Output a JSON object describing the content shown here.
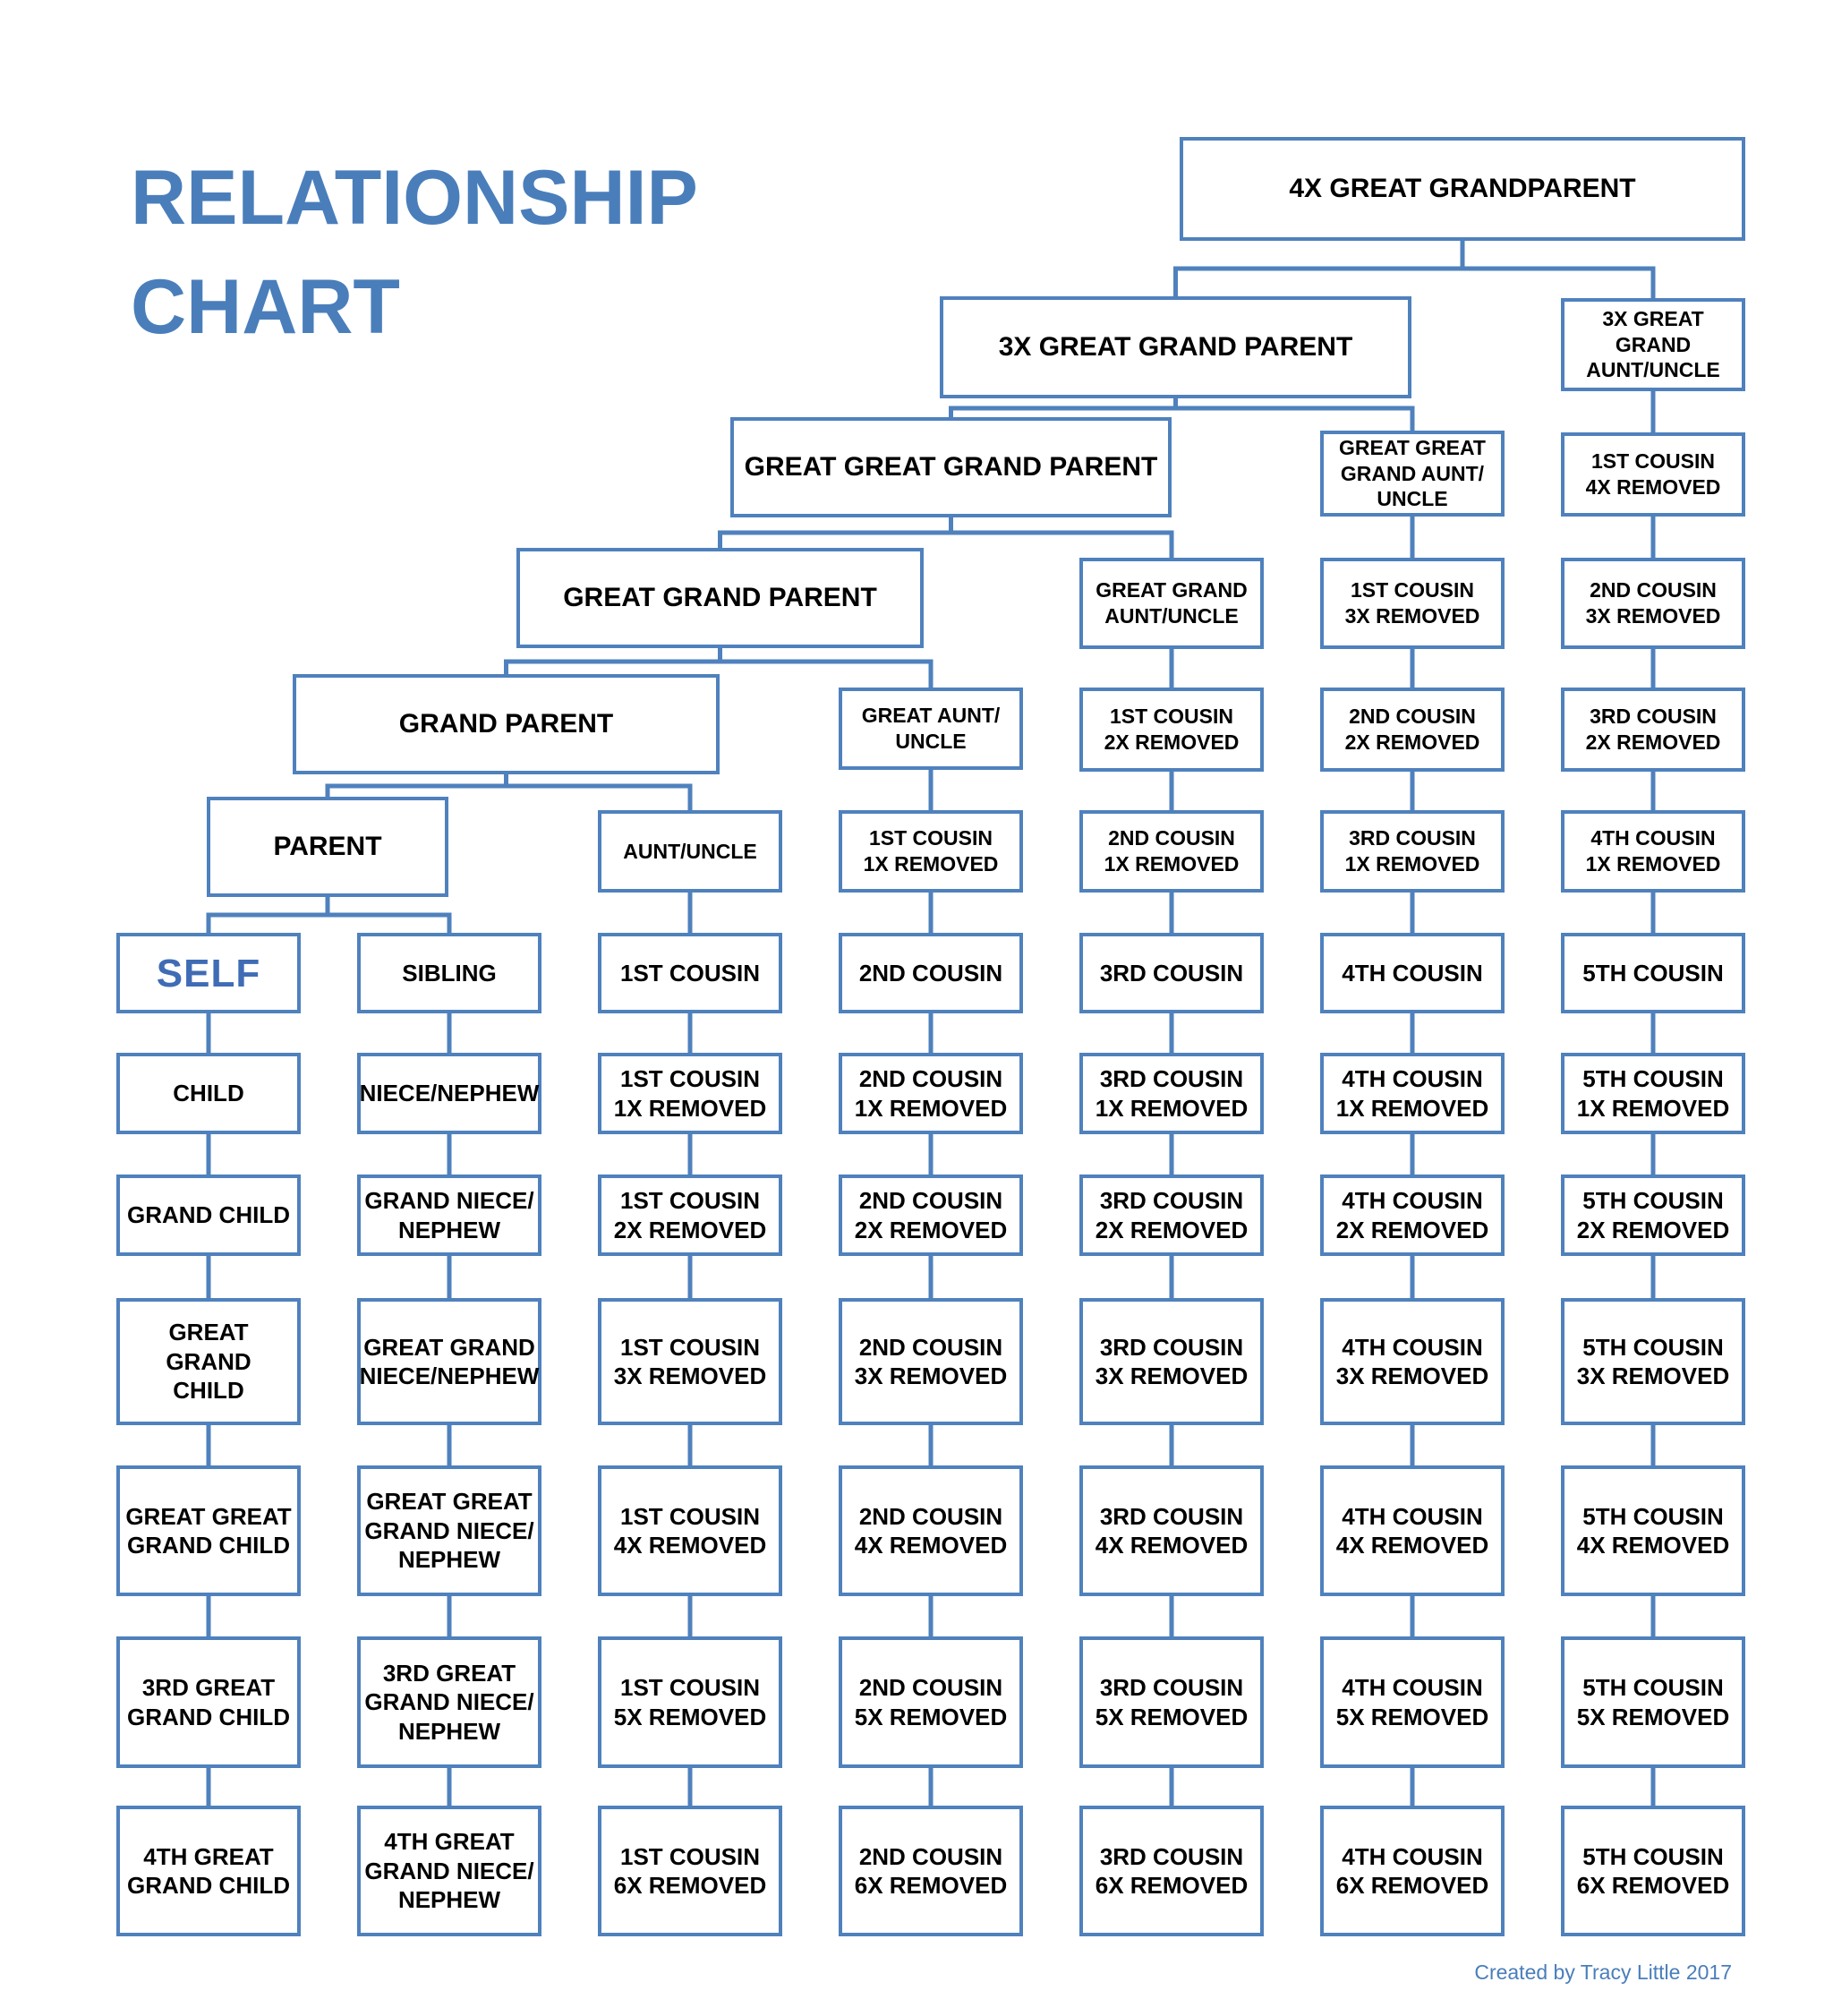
{
  "title": {
    "lines": [
      "RELATIONSHIP",
      "CHART"
    ]
  },
  "credit": "Created by Tracy Little 2017",
  "colors": {
    "line_blue": "#4f81bd",
    "title_blue": "#4a7ebb",
    "self_text_blue": "#3f6cb5",
    "box_text": "#000000",
    "background": "#ffffff"
  },
  "nodes": [
    {
      "id": "nA",
      "label": "4X GREAT GRANDPARENT"
    },
    {
      "id": "nB_p",
      "label": "3X GREAT GRAND PARENT"
    },
    {
      "id": "nB7",
      "label": "3X GREAT GRAND\nAUNT/UNCLE"
    },
    {
      "id": "nC_p",
      "label": "GREAT GREAT GRAND PARENT"
    },
    {
      "id": "nC6",
      "label": "GREAT GREAT\nGRAND AUNT/\nUNCLE"
    },
    {
      "id": "nC7",
      "label": "1ST COUSIN\n4X REMOVED"
    },
    {
      "id": "nD_p",
      "label": "GREAT GRAND PARENT"
    },
    {
      "id": "nD5",
      "label": "GREAT GRAND\nAUNT/UNCLE"
    },
    {
      "id": "nD6",
      "label": "1ST COUSIN\n3X REMOVED"
    },
    {
      "id": "nD7",
      "label": "2ND COUSIN\n3X REMOVED"
    },
    {
      "id": "nE_p",
      "label": "GRAND PARENT"
    },
    {
      "id": "nE4",
      "label": "GREAT AUNT/\nUNCLE"
    },
    {
      "id": "nE5",
      "label": "1ST COUSIN\n2X REMOVED"
    },
    {
      "id": "nE6",
      "label": "2ND COUSIN\n2X REMOVED"
    },
    {
      "id": "nE7",
      "label": "3RD COUSIN\n2X REMOVED"
    },
    {
      "id": "nF_p",
      "label": "PARENT"
    },
    {
      "id": "nF3",
      "label": "AUNT/UNCLE"
    },
    {
      "id": "nF4",
      "label": "1ST COUSIN\n1X REMOVED"
    },
    {
      "id": "nF5",
      "label": "2ND COUSIN\n1X REMOVED"
    },
    {
      "id": "nF6",
      "label": "3RD COUSIN\n1X REMOVED"
    },
    {
      "id": "nF7",
      "label": "4TH COUSIN\n1X REMOVED"
    },
    {
      "id": "nG1",
      "label": "SELF",
      "emphasis": true
    },
    {
      "id": "nG2",
      "label": "SIBLING"
    },
    {
      "id": "nG3",
      "label": "1ST COUSIN"
    },
    {
      "id": "nG4",
      "label": "2ND COUSIN"
    },
    {
      "id": "nG5",
      "label": "3RD COUSIN"
    },
    {
      "id": "nG6",
      "label": "4TH COUSIN"
    },
    {
      "id": "nG7",
      "label": "5TH COUSIN"
    },
    {
      "id": "nH1",
      "label": "CHILD"
    },
    {
      "id": "nH2",
      "label": "NIECE/NEPHEW"
    },
    {
      "id": "nH3",
      "label": "1ST COUSIN\n1X REMOVED"
    },
    {
      "id": "nH4",
      "label": "2ND COUSIN\n1X REMOVED"
    },
    {
      "id": "nH5",
      "label": "3RD COUSIN\n1X REMOVED"
    },
    {
      "id": "nH6",
      "label": "4TH COUSIN\n1X REMOVED"
    },
    {
      "id": "nH7",
      "label": "5TH COUSIN\n1X REMOVED"
    },
    {
      "id": "nI1",
      "label": "GRAND CHILD"
    },
    {
      "id": "nI2",
      "label": "GRAND NIECE/\nNEPHEW"
    },
    {
      "id": "nI3",
      "label": "1ST COUSIN\n2X REMOVED"
    },
    {
      "id": "nI4",
      "label": "2ND COUSIN\n2X REMOVED"
    },
    {
      "id": "nI5",
      "label": "3RD COUSIN\n2X REMOVED"
    },
    {
      "id": "nI6",
      "label": "4TH COUSIN\n2X REMOVED"
    },
    {
      "id": "nI7",
      "label": "5TH COUSIN\n2X REMOVED"
    },
    {
      "id": "nJ1",
      "label": "GREAT GRAND\nCHILD"
    },
    {
      "id": "nJ2",
      "label": "GREAT GRAND\nNIECE/NEPHEW"
    },
    {
      "id": "nJ3",
      "label": "1ST COUSIN\n3X REMOVED"
    },
    {
      "id": "nJ4",
      "label": "2ND COUSIN\n3X REMOVED"
    },
    {
      "id": "nJ5",
      "label": "3RD COUSIN\n3X REMOVED"
    },
    {
      "id": "nJ6",
      "label": "4TH COUSIN\n3X REMOVED"
    },
    {
      "id": "nJ7",
      "label": "5TH COUSIN\n3X REMOVED"
    },
    {
      "id": "nK1",
      "label": "GREAT GREAT\nGRAND CHILD"
    },
    {
      "id": "nK2",
      "label": "GREAT GREAT\nGRAND NIECE/\nNEPHEW"
    },
    {
      "id": "nK3",
      "label": "1ST COUSIN\n4X REMOVED"
    },
    {
      "id": "nK4",
      "label": "2ND COUSIN\n4X REMOVED"
    },
    {
      "id": "nK5",
      "label": "3RD COUSIN\n4X REMOVED"
    },
    {
      "id": "nK6",
      "label": "4TH COUSIN\n4X REMOVED"
    },
    {
      "id": "nK7",
      "label": "5TH COUSIN\n4X REMOVED"
    },
    {
      "id": "nL1",
      "label": "3RD GREAT\nGRAND CHILD"
    },
    {
      "id": "nL2",
      "label": "3RD GREAT\nGRAND NIECE/\nNEPHEW"
    },
    {
      "id": "nL3",
      "label": "1ST COUSIN\n5X REMOVED"
    },
    {
      "id": "nL4",
      "label": "2ND COUSIN\n5X REMOVED"
    },
    {
      "id": "nL5",
      "label": "3RD COUSIN\n5X REMOVED"
    },
    {
      "id": "nL6",
      "label": "4TH COUSIN\n5X REMOVED"
    },
    {
      "id": "nL7",
      "label": "5TH COUSIN\n5X REMOVED"
    },
    {
      "id": "nM1",
      "label": "4TH GREAT\nGRAND CHILD"
    },
    {
      "id": "nM2",
      "label": "4TH GREAT\nGRAND NIECE/\nNEPHEW"
    },
    {
      "id": "nM3",
      "label": "1ST COUSIN\n6X REMOVED"
    },
    {
      "id": "nM4",
      "label": "2ND COUSIN\n6X REMOVED"
    },
    {
      "id": "nM5",
      "label": "3RD COUSIN\n6X REMOVED"
    },
    {
      "id": "nM6",
      "label": "4TH COUSIN\n6X REMOVED"
    },
    {
      "id": "nM7",
      "label": "5TH COUSIN\n6X REMOVED"
    }
  ],
  "edges": {
    "forks": [
      {
        "parent": "nA",
        "children": [
          "nB_p",
          "nB7"
        ]
      },
      {
        "parent": "nB_p",
        "children": [
          "nC_p",
          "nC6"
        ]
      },
      {
        "parent": "nC_p",
        "children": [
          "nD_p",
          "nD5"
        ]
      },
      {
        "parent": "nD_p",
        "children": [
          "nE_p",
          "nE4"
        ]
      },
      {
        "parent": "nE_p",
        "children": [
          "nF_p",
          "nF3"
        ]
      },
      {
        "parent": "nF_p",
        "children": [
          "nG1",
          "nG2"
        ]
      }
    ],
    "chains": [
      [
        "nG1",
        "nH1",
        "nI1",
        "nJ1",
        "nK1",
        "nL1",
        "nM1"
      ],
      [
        "nG2",
        "nH2",
        "nI2",
        "nJ2",
        "nK2",
        "nL2",
        "nM2"
      ],
      [
        "nF3",
        "nG3",
        "nH3",
        "nI3",
        "nJ3",
        "nK3",
        "nL3",
        "nM3"
      ],
      [
        "nE4",
        "nF4",
        "nG4",
        "nH4",
        "nI4",
        "nJ4",
        "nK4",
        "nL4",
        "nM4"
      ],
      [
        "nD5",
        "nE5",
        "nF5",
        "nG5",
        "nH5",
        "nI5",
        "nJ5",
        "nK5",
        "nL5",
        "nM5"
      ],
      [
        "nC6",
        "nD6",
        "nE6",
        "nF6",
        "nG6",
        "nH6",
        "nI6",
        "nJ6",
        "nK6",
        "nL6",
        "nM6"
      ],
      [
        "nB7",
        "nC7",
        "nD7",
        "nE7",
        "nF7",
        "nG7",
        "nH7",
        "nI7",
        "nJ7",
        "nK7",
        "nL7",
        "nM7"
      ]
    ]
  }
}
